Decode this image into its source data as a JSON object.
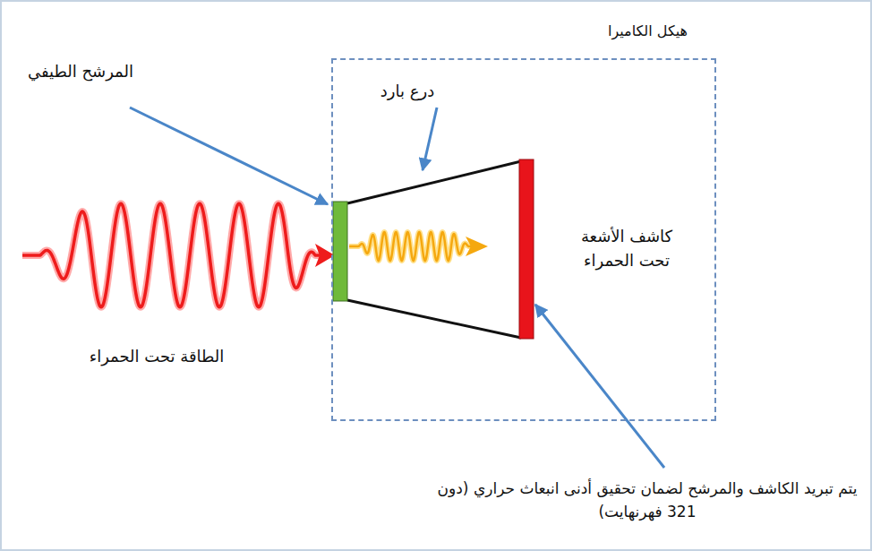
{
  "diagram": {
    "nodes": [
      {
        "text": [
          "هيكل الكاميرا"
        ]
      }
    ],
    "labels": [
      "المرشح الطيفي",
      "درع بارد",
      "كاشف الأشعة تحت الحمراء",
      "الطاقة تحت الحمراء",
      "يتم تبريد الكاشف والمرشح لضمان تحقيق أدنى انبعاث حراري (دون 321 فهرنهايت)"
    ]
  }
}
